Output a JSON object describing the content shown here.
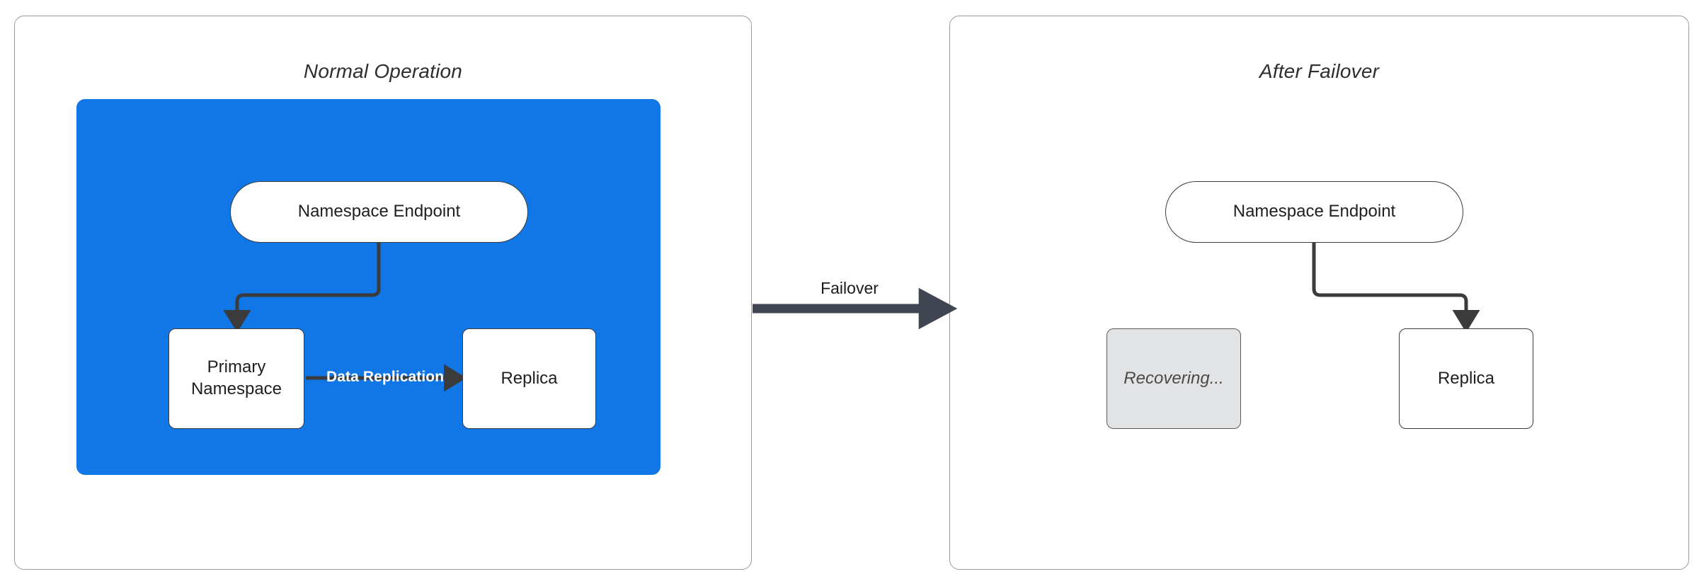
{
  "diagram": {
    "type": "failover-architecture-diagram",
    "colors": {
      "region_blue": "#1277E6",
      "node_white": "#FFFFFF",
      "node_disabled_gray": "#E1E3E5",
      "edge_dark": "#3B3B3B",
      "failover_arrow": "#3F4652",
      "panel_border": "#9A9A9A",
      "replication_label": "#FFFFFF"
    },
    "panels": [
      {
        "id": "normal",
        "title": "Normal Operation",
        "nodes": [
          {
            "id": "ns-endpoint",
            "label": "Namespace Endpoint",
            "shape": "pill",
            "state": "active"
          },
          {
            "id": "primary-namespace",
            "label": "Primary Namespace",
            "shape": "rounded-rect",
            "state": "active"
          },
          {
            "id": "replica",
            "label": "Replica",
            "shape": "rounded-rect",
            "state": "active"
          }
        ],
        "edges": [
          {
            "from": "ns-endpoint",
            "to": "primary-namespace",
            "label": ""
          },
          {
            "from": "primary-namespace",
            "to": "replica",
            "label": "Data Replication"
          }
        ]
      },
      {
        "id": "failover",
        "title": "After Failover",
        "nodes": [
          {
            "id": "ns-endpoint",
            "label": "Namespace Endpoint",
            "shape": "pill",
            "state": "active"
          },
          {
            "id": "recovering",
            "label": "Recovering...",
            "shape": "rounded-rect",
            "state": "disabled"
          },
          {
            "id": "replica",
            "label": "Replica",
            "shape": "rounded-rect",
            "state": "active"
          }
        ],
        "edges": [
          {
            "from": "ns-endpoint",
            "to": "replica",
            "label": ""
          }
        ]
      }
    ],
    "transition": {
      "label": "Failover",
      "from_panel": "normal",
      "to_panel": "failover"
    }
  }
}
